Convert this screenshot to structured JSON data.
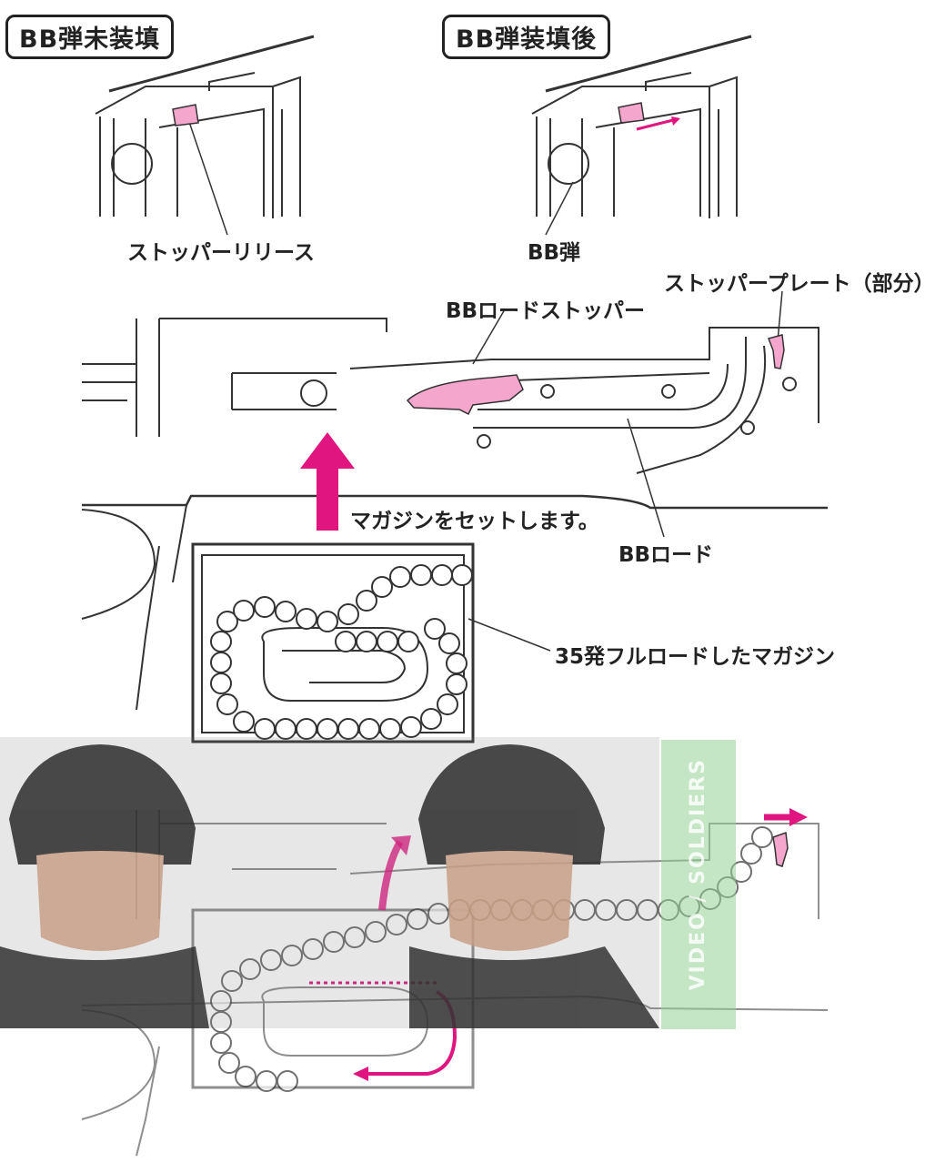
{
  "labels": {
    "before_title": "BB弾未装填",
    "after_title": "BB弾装填後",
    "stopper_release": "ストッパーリリース",
    "bb_bullet": "BB弾",
    "stopper_plate": "ストッパープレート（部分）",
    "bb_load_stopper": "BBロードストッパー",
    "set_magazine": "マガジンをセットします。",
    "bb_load": "BBロード",
    "full_magazine": "35発フルロードしたマガジン"
  },
  "watermark": {
    "text": "VIDEO / SOLDIERS"
  },
  "colors": {
    "accent": "#e0157f",
    "accent_fill": "#f4a6cc",
    "line": "#333333"
  }
}
